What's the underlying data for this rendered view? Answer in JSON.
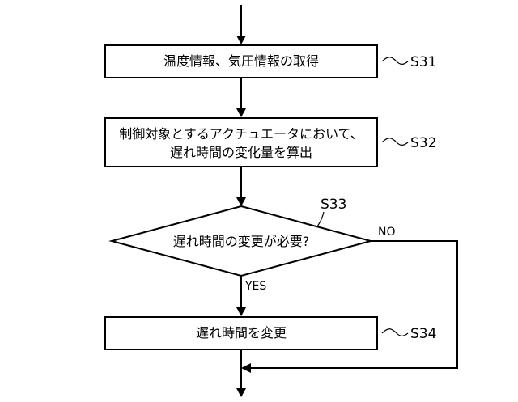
{
  "steps": {
    "s31": {
      "text": "温度情報、気圧情報の取得",
      "label": "S31"
    },
    "s32": {
      "line1": "制御対象とするアクチュエータにおいて、",
      "line2": "遅れ時間の変化量を算出",
      "label": "S32"
    },
    "s33": {
      "text": "遅れ時間の変更が必要?",
      "label": "S33",
      "yes": "YES",
      "no": "NO"
    },
    "s34": {
      "text": "遅れ時間を変更",
      "label": "S34"
    }
  }
}
